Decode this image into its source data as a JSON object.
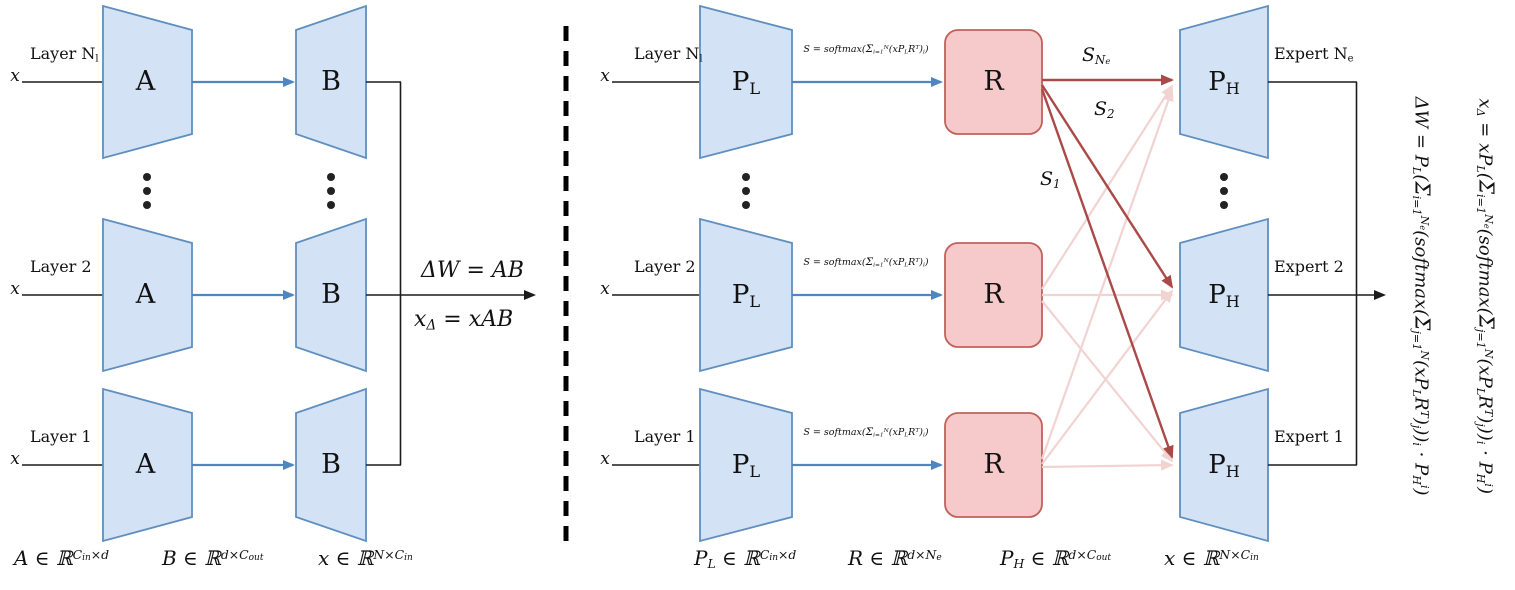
{
  "colors": {
    "c-trap-fill": "#d3e2f4",
    "c-trap-stroke": "#5f8fc0",
    "c-router-fill": "#f6caca",
    "c-router-stroke": "#c2605c",
    "c-blue": "#4f86c0",
    "c-red": "#a94a48",
    "c-pink": "#f1d3d2",
    "c-ink": "#1c1c1c"
  },
  "left": {
    "rows": [
      {
        "layer": [
          {
            "t": "Layer N"
          },
          {
            "t": "l",
            "s": "sub"
          }
        ],
        "input": "x"
      },
      {
        "layer": [
          {
            "t": "Layer 2"
          }
        ],
        "input": "x"
      },
      {
        "layer": [
          {
            "t": "Layer 1"
          }
        ],
        "input": "x"
      }
    ],
    "matrix_a": "A",
    "matrix_b": "B",
    "output_formula_1": [
      {
        "t": "ΔW = AB"
      }
    ],
    "output_formula_2": [
      {
        "t": "x"
      },
      {
        "t": "Δ",
        "s": "sub"
      },
      {
        "t": " = xAB"
      }
    ],
    "dim_formula_a": [
      {
        "t": "A ∈ ℝ"
      },
      {
        "t": "C",
        "s": "sup"
      },
      {
        "t": "in",
        "s": "sups"
      },
      {
        "t": "×d",
        "s": "sup"
      }
    ],
    "dim_formula_b": [
      {
        "t": "B ∈ ℝ"
      },
      {
        "t": "d×C",
        "s": "sup"
      },
      {
        "t": "out",
        "s": "sups"
      }
    ],
    "dim_formula_x": [
      {
        "t": "x ∈ ℝ"
      },
      {
        "t": "N×C",
        "s": "sup"
      },
      {
        "t": "in",
        "s": "sups"
      }
    ]
  },
  "right": {
    "rows": [
      {
        "layer": [
          {
            "t": "Layer N"
          },
          {
            "t": "l",
            "s": "sub"
          }
        ],
        "input": "x"
      },
      {
        "layer": [
          {
            "t": "Layer 2"
          }
        ],
        "input": "x"
      },
      {
        "layer": [
          {
            "t": "Layer 1"
          }
        ],
        "input": "x"
      }
    ],
    "proj_low": [
      {
        "t": "P"
      },
      {
        "t": "L",
        "s": "sub"
      }
    ],
    "router": "R",
    "proj_high": [
      {
        "t": "P"
      },
      {
        "t": "H",
        "s": "sub"
      }
    ],
    "gate_formula": [
      {
        "t": "S = softmax("
      },
      {
        "t": "Σ",
        "s": "big"
      },
      {
        "t": "i=1",
        "s": "sub"
      },
      {
        "t": "N",
        "s": "sup"
      },
      {
        "t": "(xP"
      },
      {
        "t": "L",
        "s": "sub"
      },
      {
        "t": "R"
      },
      {
        "t": "T",
        "s": "sup"
      },
      {
        "t": ")"
      },
      {
        "t": "i",
        "s": "sub"
      },
      {
        "t": ")"
      }
    ],
    "weight_labels": [
      [
        {
          "t": "S"
        },
        {
          "t": "N",
          "s": "sub"
        },
        {
          "t": "e",
          "s": "subs"
        }
      ],
      [
        {
          "t": "S"
        },
        {
          "t": "2",
          "s": "sub"
        }
      ],
      [
        {
          "t": "S"
        },
        {
          "t": "1",
          "s": "sub"
        }
      ]
    ],
    "experts": [
      [
        {
          "t": "Expert N"
        },
        {
          "t": "e",
          "s": "sub"
        }
      ],
      [
        {
          "t": "Expert 2"
        }
      ],
      [
        {
          "t": "Expert 1"
        }
      ]
    ],
    "rot_formula_1": [
      {
        "t": "ΔW = P"
      },
      {
        "t": "L",
        "s": "sub"
      },
      {
        "t": "("
      },
      {
        "t": "Σ",
        "s": "big"
      },
      {
        "t": "i=1",
        "s": "sub"
      },
      {
        "t": "N",
        "s": "sup"
      },
      {
        "t": "e",
        "s": "sups"
      },
      {
        "t": "(softmax("
      },
      {
        "t": "Σ",
        "s": "big"
      },
      {
        "t": "j=1",
        "s": "sub"
      },
      {
        "t": "N",
        "s": "sup"
      },
      {
        "t": "(xP"
      },
      {
        "t": "L",
        "s": "sub"
      },
      {
        "t": "R"
      },
      {
        "t": "T",
        "s": "sup"
      },
      {
        "t": ")"
      },
      {
        "t": "j",
        "s": "sub"
      },
      {
        "t": "))"
      },
      {
        "t": "i",
        "s": "sub"
      },
      {
        "t": " · P"
      },
      {
        "t": "H",
        "s": "sub"
      },
      {
        "t": "i",
        "s": "sup"
      },
      {
        "t": ")"
      }
    ],
    "rot_formula_2": [
      {
        "t": "x"
      },
      {
        "t": "Δ",
        "s": "sub"
      },
      {
        "t": " = xP"
      },
      {
        "t": "L",
        "s": "sub"
      },
      {
        "t": "("
      },
      {
        "t": "Σ",
        "s": "big"
      },
      {
        "t": "i=1",
        "s": "sub"
      },
      {
        "t": "N",
        "s": "sup"
      },
      {
        "t": "e",
        "s": "sups"
      },
      {
        "t": "(softmax("
      },
      {
        "t": "Σ",
        "s": "big"
      },
      {
        "t": "j=1",
        "s": "sub"
      },
      {
        "t": "N",
        "s": "sup"
      },
      {
        "t": "(xP"
      },
      {
        "t": "L",
        "s": "sub"
      },
      {
        "t": "R"
      },
      {
        "t": "T",
        "s": "sup"
      },
      {
        "t": ")"
      },
      {
        "t": "j",
        "s": "sub"
      },
      {
        "t": "))"
      },
      {
        "t": "i",
        "s": "sub"
      },
      {
        "t": " · P"
      },
      {
        "t": "H",
        "s": "sub"
      },
      {
        "t": "i",
        "s": "sup"
      },
      {
        "t": ")"
      }
    ],
    "dim_formula_pl": [
      {
        "t": "P"
      },
      {
        "t": "L",
        "s": "sub"
      },
      {
        "t": " ∈ ℝ"
      },
      {
        "t": "C",
        "s": "sup"
      },
      {
        "t": "in",
        "s": "sups"
      },
      {
        "t": "×d",
        "s": "sup"
      }
    ],
    "dim_formula_r": [
      {
        "t": "R ∈ ℝ"
      },
      {
        "t": "d×N",
        "s": "sup"
      },
      {
        "t": "e",
        "s": "sups"
      }
    ],
    "dim_formula_ph": [
      {
        "t": "P"
      },
      {
        "t": "H",
        "s": "sub"
      },
      {
        "t": " ∈ ℝ"
      },
      {
        "t": "d×C",
        "s": "sup"
      },
      {
        "t": "out",
        "s": "sups"
      }
    ],
    "dim_formula_x": [
      {
        "t": "x ∈ ℝ"
      },
      {
        "t": "N×C",
        "s": "sup"
      },
      {
        "t": "in",
        "s": "sups"
      }
    ]
  }
}
